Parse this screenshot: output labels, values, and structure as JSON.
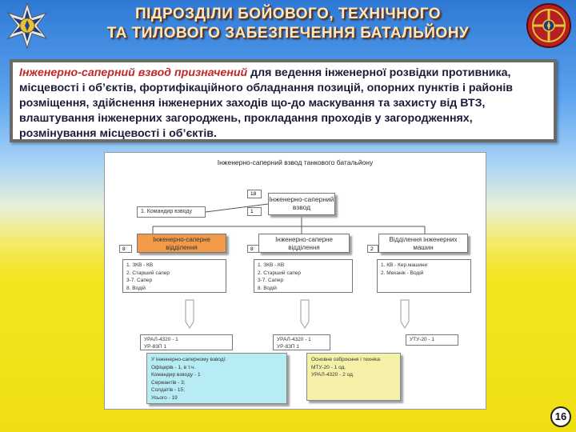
{
  "title_line1": "ПІДРОЗДІЛИ БОЙОВОГО, ТЕХНІЧНОГО",
  "title_line2": "ТА ТИЛОВОГО ЗАБЕЗПЕЧЕННЯ БАТАЛЬЙОНУ",
  "intro": {
    "emphasis": "Інженерно-саперний взвод призначений",
    "rest": " для ведення інженерної розвідки противника, місцевості і об’єктів, фортифікаційного обладнання позицій, опорних пунктів і районів розміщення, здійснення інженерних заходів що-до маскування та захисту від ВТЗ, влаштування інженерних загороджень, прокладання проходів у загородженнях, розмінування місцевості і об’єктів."
  },
  "diagram": {
    "title": "Інженерно-саперний взвод танкового батальйону",
    "hq": {
      "label": "Інженерно-саперний взвод",
      "num_top": "18",
      "num_bottom": "1"
    },
    "commander": "1. Командир взводу",
    "units": [
      {
        "num": "8",
        "label": "Інженерно-саперне відділення",
        "staff": "1. ЗКВ - КВ\n2. Старший сапер\n3-7. Сапер\n8. Водій",
        "equipment": "УРАЛ-4320 - 1\nУР-83П 1"
      },
      {
        "num": "8",
        "label": "Інженерно-саперне відділення",
        "staff": "1. ЗКВ - КВ\n2. Старший сапер\n3-7. Сапер\n8. Водій",
        "equipment": "УРАЛ-4320 - 1\nУР-83П 1"
      },
      {
        "num": "2",
        "label": "Відділення інженерних машин",
        "staff": "1. КВ - Кер.машини\n2. Механік - Водій",
        "equipment": "УТУ-20 - 1"
      }
    ],
    "summary": "У інженерно-саперному взводі:\nОфіцерів - 1, в т.ч.\nКомандир взводу - 1\nСержантів - 3;\nСолдатів - 15;\nУсього - 19",
    "weapons": "Основне озброєння і техніка:\nМТУ-20 - 1 од.\nУРАЛ-4320 - 2 од."
  },
  "page_number": "16",
  "colors": {
    "title": "#fde7bb",
    "emphasis": "#c0282a",
    "orange_box": "#f39a4a",
    "summary_bg": "#b8ecf4",
    "weapons_bg": "#f6f1a8"
  }
}
